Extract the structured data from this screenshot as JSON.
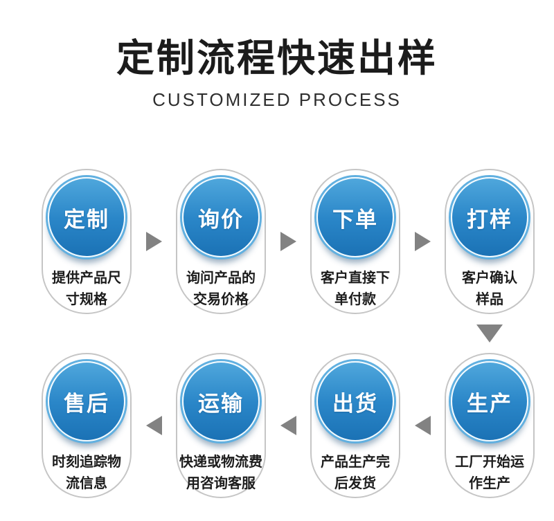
{
  "header": {
    "title": "定制流程快速出样",
    "subtitle": "CUSTOMIZED PROCESS"
  },
  "steps": [
    {
      "label": "定制",
      "desc": "提供产品尺\n寸规格"
    },
    {
      "label": "询价",
      "desc": "询问产品的\n交易价格"
    },
    {
      "label": "下单",
      "desc": "客户直接下\n单付款"
    },
    {
      "label": "打样",
      "desc": "客户确认\n样品"
    },
    {
      "label": "生产",
      "desc": "工厂开始运\n作生产"
    },
    {
      "label": "出货",
      "desc": "产品生产完\n后发货"
    },
    {
      "label": "运输",
      "desc": "快递或物流费\n用咨询客服"
    },
    {
      "label": "售后",
      "desc": "时刻追踪物\n流信息"
    }
  ],
  "colors": {
    "title_color": "#1b1b1b",
    "desc_color": "#1c1c1c",
    "pill_border": "#c5c5c5",
    "circle_blue_top": "#4fa7dc",
    "circle_blue_mid": "#2a86c8",
    "circle_blue_bottom": "#1b72b5",
    "circle_ring_outer": "#61b0e0",
    "circle_ring_inner": "#f2fafe",
    "arrow_gray": "#828282"
  }
}
